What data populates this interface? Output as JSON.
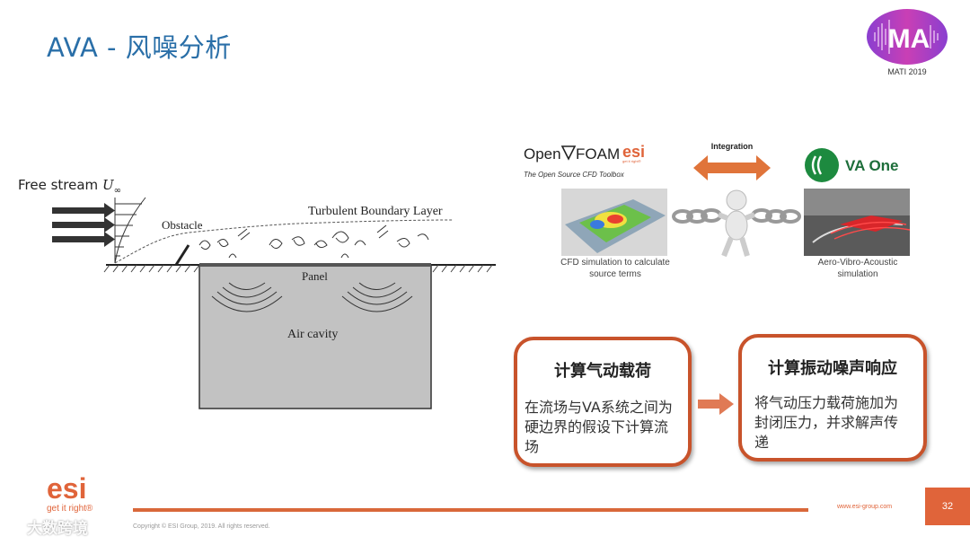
{
  "header": {
    "title": "AVA - 风噪分析"
  },
  "mati_logo": {
    "letters": "MA",
    "caption": "MATI 2019"
  },
  "left_diagram": {
    "free_stream": "Free stream",
    "free_stream_symbol": "U",
    "free_stream_subscript": "∞",
    "obstacle": "Obstacle",
    "turbulent_boundary_layer": "Turbulent Boundary Layer",
    "panel": "Panel",
    "air_cavity": "Air cavity"
  },
  "right_diagram": {
    "openfoam_logo_text": "Open",
    "openfoam_logo_foam": "FOAM",
    "openfoam_tagline": "The Open Source CFD Toolbox",
    "esi_small": "get it right®",
    "integration_label": "Integration",
    "vaone_logo_text": "VA One",
    "cfd_caption_line1": "CFD simulation to calculate",
    "cfd_caption_line2": "source terms",
    "va_caption_line1": "Aero-Vibro-Acoustic",
    "va_caption_line2": "simulation"
  },
  "box_left": {
    "title": "计算气动载荷",
    "body": "在流场与VA系统之间为硬边界的假设下计算流场"
  },
  "box_right": {
    "title": "计算振动噪声响应",
    "body": "将气动压力载荷施加为封闭压力，并求解声传递"
  },
  "footer": {
    "esi_logo": "esi",
    "esi_tagline": "get it right®",
    "website": "www.esi-group.com",
    "page_number": "32",
    "copyright": "Copyright © ESI Group, 2019. All rights reserved.",
    "watermark": "大数跨境"
  },
  "colors": {
    "title_blue": "#2a6fa8",
    "esi_orange": "#e0643a",
    "box_border": "#c8532b"
  }
}
